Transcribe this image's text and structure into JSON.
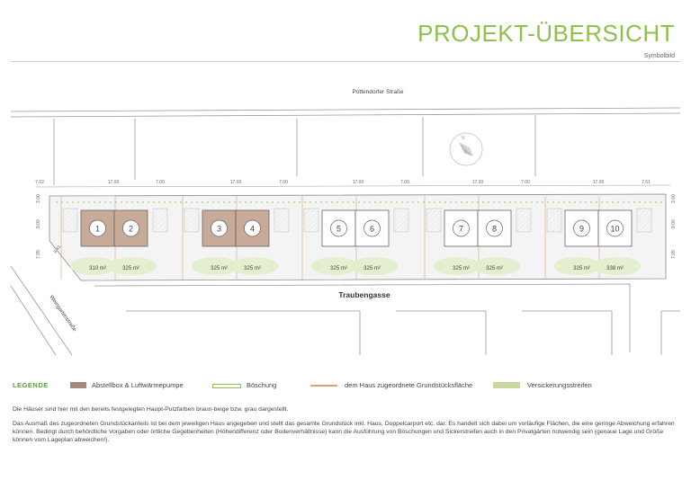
{
  "header": {
    "title": "PROJEKT-ÜBERSICHT",
    "subtitle": "Symbolbild"
  },
  "plan": {
    "street_top": "Pottendorfer Straße",
    "street_bottom": "Traubengasse",
    "street_left": "Weingartenstraße",
    "dimensions_top": [
      "7.62",
      "17.00",
      "7.00",
      "17.00",
      "7.00",
      "17.00",
      "7.00",
      "17.00",
      "7.00",
      "17.00",
      "7.61"
    ],
    "dimensions_left": [
      "3.00",
      "9.00",
      "7.95"
    ],
    "dimensions_right": [
      "3.00",
      "9.00",
      "7.95"
    ],
    "dimension_diagonal": "8.41",
    "houses": [
      {
        "number": "1",
        "area": "310 m²"
      },
      {
        "number": "2",
        "area": "325 m²"
      },
      {
        "number": "3",
        "area": "325 m²"
      },
      {
        "number": "4",
        "area": "325 m²"
      },
      {
        "number": "5",
        "area": "325 m²"
      },
      {
        "number": "6",
        "area": "325 m²"
      },
      {
        "number": "7",
        "area": "325 m²"
      },
      {
        "number": "8",
        "area": "325 m²"
      },
      {
        "number": "9",
        "area": "325 m²"
      },
      {
        "number": "10",
        "area": "338 m²"
      }
    ]
  },
  "legend": {
    "title": "LEGENDE",
    "items": [
      {
        "label": "Abstellbox & Luftwärmepumpe",
        "color": "#a3897a"
      },
      {
        "label": "Böschung",
        "color": "#8ec04a"
      },
      {
        "label": "dem Haus zugeordnete Grundstücksfläche",
        "color": "#d9a274"
      },
      {
        "label": "Versickerungsstreifen",
        "color": "#c8d8a0"
      }
    ]
  },
  "notes": {
    "line1": "Die Häuser sind hier mit den bereits festgelegten Haupt-Putzfarben braun-beige bzw. grau dargestellt.",
    "line2": "Das Ausmaß des zugeordneten Grundstückanteils ist bei dem jeweiligen Haus angegeben und stellt das gesamte Grundstück inkl. Haus, Doppelcarport etc. dar. Es handelt sich dabei um vorläufige Flächen, die eine geringe Abweichung erfahren können. Bedingt durch behördliche Vorgaben oder örtliche Gegebenheiten (Höhendifferenz oder Bodenverhältnisse) kann die Ausführung von Böschungen und Sickerstreifen auch in den Privatgärten notwendig sein (genaue Lage und Größe können vom Lageplan abweichen!)."
  }
}
